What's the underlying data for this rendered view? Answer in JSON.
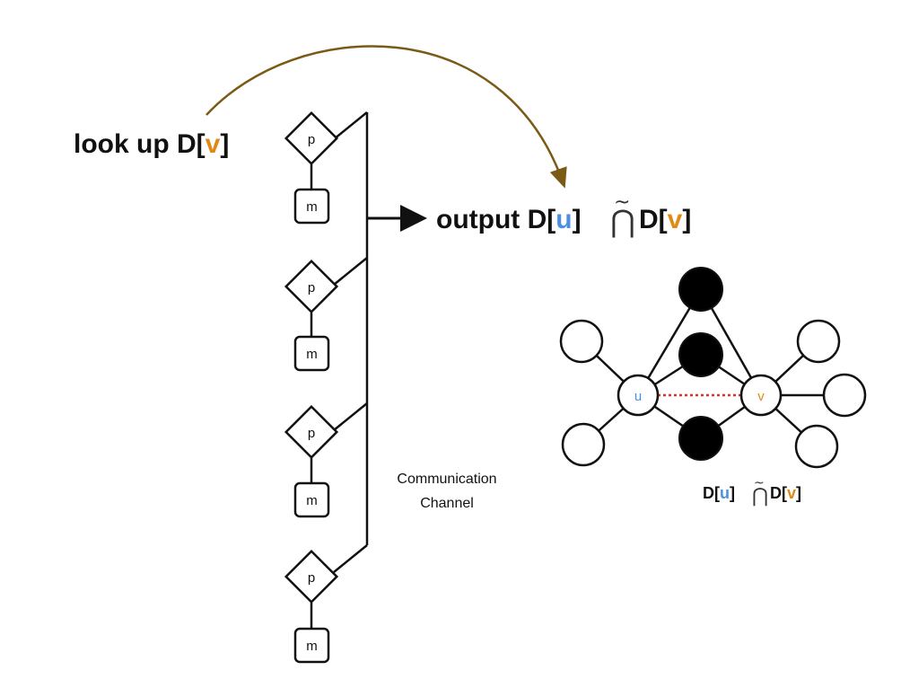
{
  "colors": {
    "u_accent": "#4a90e2",
    "v_accent": "#e08a14",
    "arc": "#7a5a14",
    "edge_dashed": "#d9342b",
    "ink": "#111111",
    "filled_node": "#000000"
  },
  "lookup": {
    "prefix": "look up D[",
    "var": "v",
    "suffix": "]"
  },
  "output": {
    "prefix": "output D[",
    "u_var": "u",
    "mid": "]",
    "operator": "⋂",
    "operator_tilde": "~",
    "second_prefix": "D[",
    "v_var": "v",
    "suffix": "]"
  },
  "processors": [
    {
      "p_label": "p",
      "m_label": "m"
    },
    {
      "p_label": "p",
      "m_label": "m"
    },
    {
      "p_label": "p",
      "m_label": "m"
    },
    {
      "p_label": "p",
      "m_label": "m"
    }
  ],
  "channel": {
    "line1": "Communication",
    "line2": "Channel"
  },
  "graph": {
    "u_label": "u",
    "v_label": "v",
    "caption_prefix": "D[",
    "caption_u": "u",
    "caption_mid": "]",
    "caption_operator": "⋂",
    "caption_tilde": "~",
    "caption_second": "D[",
    "caption_v": "v",
    "caption_suffix": "]"
  }
}
